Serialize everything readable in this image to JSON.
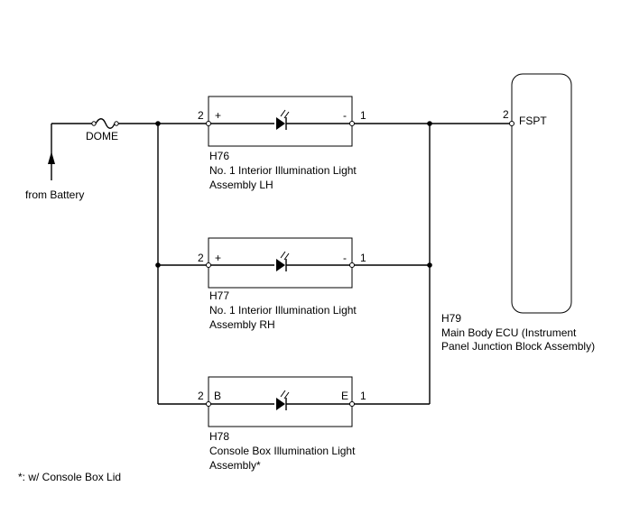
{
  "power_source": {
    "label": "from Battery"
  },
  "fuse": {
    "label": "DOME"
  },
  "components": [
    {
      "id": "H76",
      "name_line1": "No. 1 Interior Illumination Light",
      "name_line2": "Assembly LH",
      "pin_in": "2",
      "pin_in_sign": "+",
      "pin_out": "1",
      "pin_out_sign": "-"
    },
    {
      "id": "H77",
      "name_line1": "No. 1 Interior Illumination Light",
      "name_line2": "Assembly RH",
      "pin_in": "2",
      "pin_in_sign": "+",
      "pin_out": "1",
      "pin_out_sign": "-"
    },
    {
      "id": "H78",
      "name_line1": "Console Box Illumination Light",
      "name_line2": "Assembly*",
      "pin_in": "2",
      "pin_in_sign": "B",
      "pin_out": "1",
      "pin_out_sign": "E"
    }
  ],
  "ecu": {
    "id": "H79",
    "name_line1": "Main Body ECU (Instrument",
    "name_line2": "Panel Junction Block Assembly)",
    "pin": "2",
    "terminal": "FSPT"
  },
  "footnote": "*: w/ Console Box Lid"
}
